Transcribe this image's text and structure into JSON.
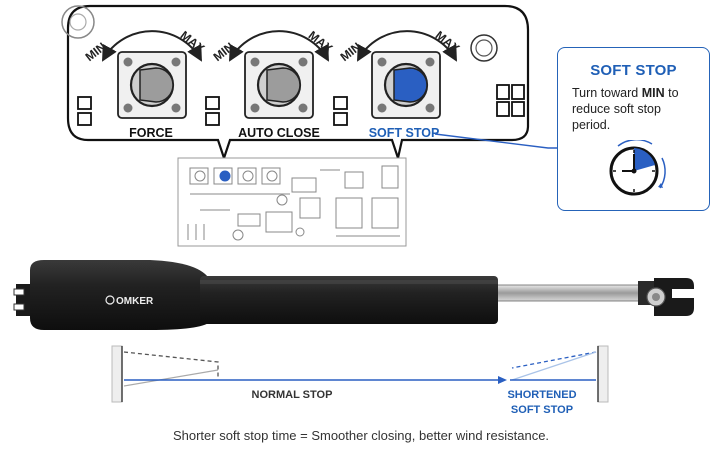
{
  "panel": {
    "knobs": [
      {
        "label": "FORCE",
        "min": "MIN",
        "max": "MAX",
        "color": "#9c9c9c"
      },
      {
        "label": "AUTO CLOSE",
        "min": "MIN",
        "max": "MAX",
        "color": "#9c9c9c"
      },
      {
        "label": "SOFT STOP",
        "min": "MIN",
        "max": "MAX",
        "color": "#2a5fc2"
      }
    ]
  },
  "callout": {
    "title": "SOFT STOP",
    "text_prefix": "Turn toward ",
    "text_bold": "MIN",
    "text_suffix": " to reduce soft stop period."
  },
  "actuator": {
    "brand": "OMKER"
  },
  "diagram": {
    "normal_stop": "NORMAL STOP",
    "shortened_line1": "SHORTENED",
    "shortened_line2": "SOFT STOP"
  },
  "caption": "Shorter soft stop time = Smoother closing, better wind resistance.",
  "colors": {
    "accent_blue": "#1f5fb6",
    "dark": "#1a1a1a"
  }
}
